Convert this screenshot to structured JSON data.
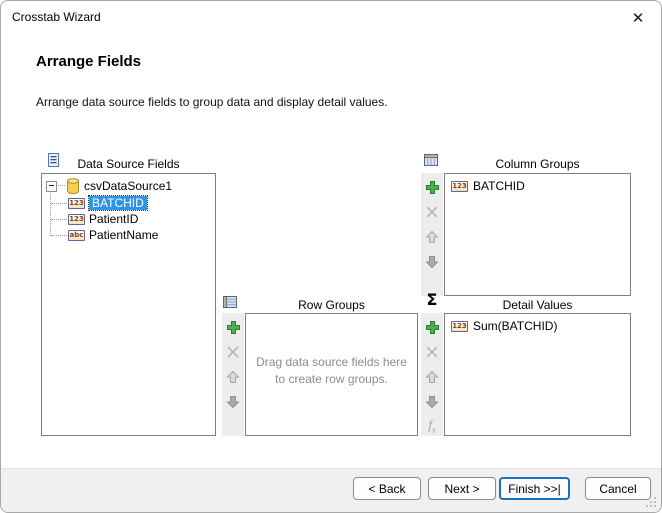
{
  "window": {
    "title": "Crosstab Wizard",
    "close_glyph": "✕"
  },
  "header": {
    "title": "Arrange Fields",
    "subtitle": "Arrange data source fields to group data and display detail values."
  },
  "icons": {
    "sigma": "Σ",
    "fx_f": "f",
    "fx_x": "x"
  },
  "data_source_fields": {
    "label": "Data Source Fields",
    "root": "csvDataSource1",
    "fields": [
      {
        "name": "BATCHID",
        "badge": "123",
        "selected": true
      },
      {
        "name": "PatientID",
        "badge": "123",
        "selected": false
      },
      {
        "name": "PatientName",
        "badge": "abc",
        "selected": false
      }
    ]
  },
  "column_groups": {
    "label": "Column Groups",
    "items": [
      {
        "name": "BATCHID",
        "badge": "123"
      }
    ]
  },
  "row_groups": {
    "label": "Row Groups",
    "placeholder": "Drag data source fields here to create row groups.",
    "items": []
  },
  "detail_values": {
    "label": "Detail Values",
    "items": [
      {
        "name": "Sum(BATCHID)",
        "badge": "123"
      }
    ]
  },
  "footer": {
    "back": "< Back",
    "next": "Next >",
    "finish": "Finish >>|",
    "cancel": "Cancel"
  }
}
